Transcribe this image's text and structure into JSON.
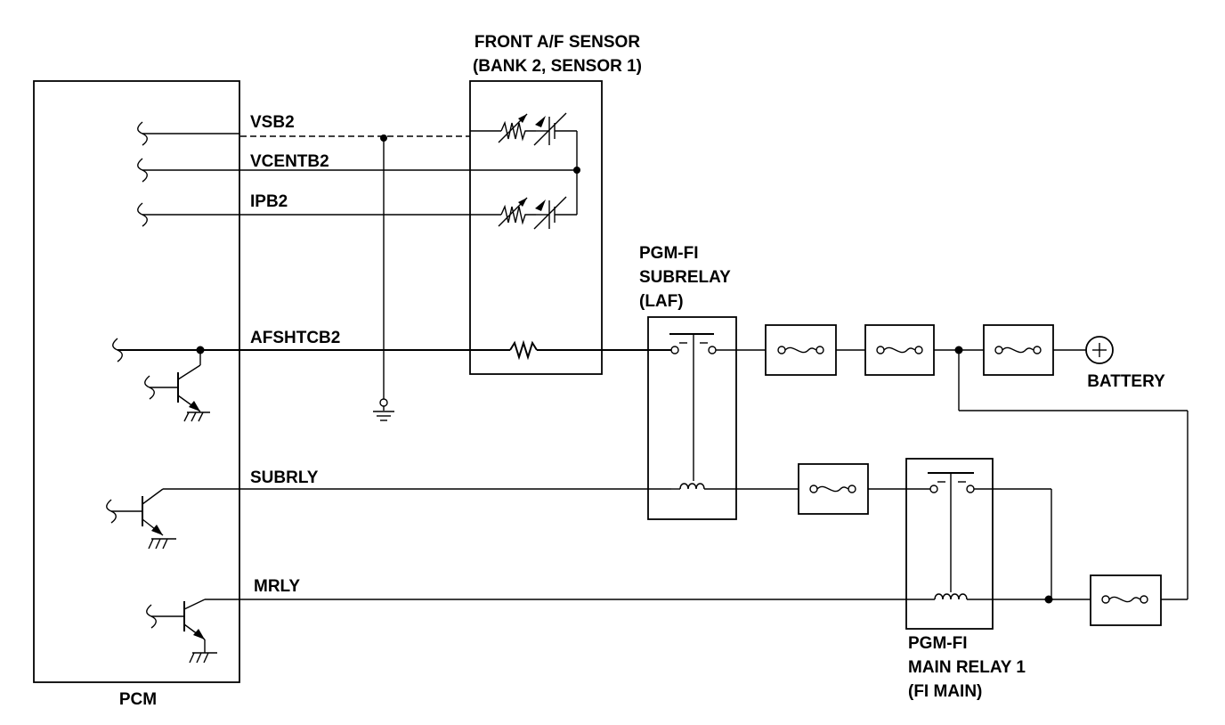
{
  "components": {
    "pcm": "PCM",
    "sensor_title_1": "FRONT A/F SENSOR",
    "sensor_title_2": "(BANK 2, SENSOR 1)",
    "subrelay_1": "PGM-FI",
    "subrelay_2": "SUBRELAY",
    "subrelay_3": "(LAF)",
    "mainrelay_1": "PGM-FI",
    "mainrelay_2": "MAIN RELAY 1",
    "mainrelay_3": "(FI MAIN)",
    "battery": "BATTERY"
  },
  "wires": {
    "vsb2": "VSB2",
    "vcentb2": "VCENTB2",
    "ipb2": "IPB2",
    "afshtcb2": "AFSHTCB2",
    "subrly": "SUBRLY",
    "mrly": "MRLY"
  },
  "icons": {
    "fuse": "fuse-icon",
    "ground": "ground-icon",
    "battery": "battery-plus-icon",
    "transistor": "transistor-icon",
    "coil": "relay-coil-icon",
    "heater": "heater-resistor-icon"
  }
}
